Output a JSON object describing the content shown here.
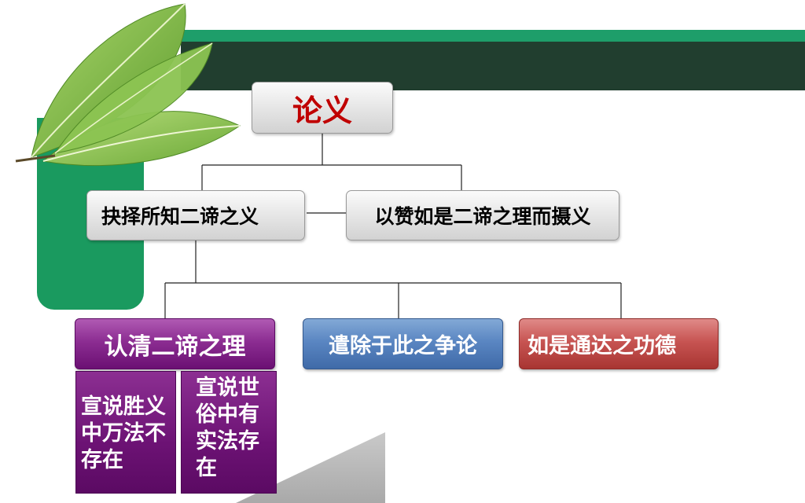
{
  "root": {
    "label": "论义",
    "color": "#c00000"
  },
  "level1": [
    {
      "label": "抉择所知二谛之义"
    },
    {
      "label": "以赞如是二谛之理而摄义"
    }
  ],
  "level2": [
    {
      "label": "认清二谛之理",
      "color": "#7a1d82"
    },
    {
      "label": "遣除于此之争论",
      "color": "#4f7bbd"
    },
    {
      "label": "如是通达之功德",
      "color": "#c0504d"
    }
  ],
  "level3": [
    {
      "label": "宣说胜义中万法不存在"
    },
    {
      "label": "宣说世俗中有实法存在"
    }
  ]
}
